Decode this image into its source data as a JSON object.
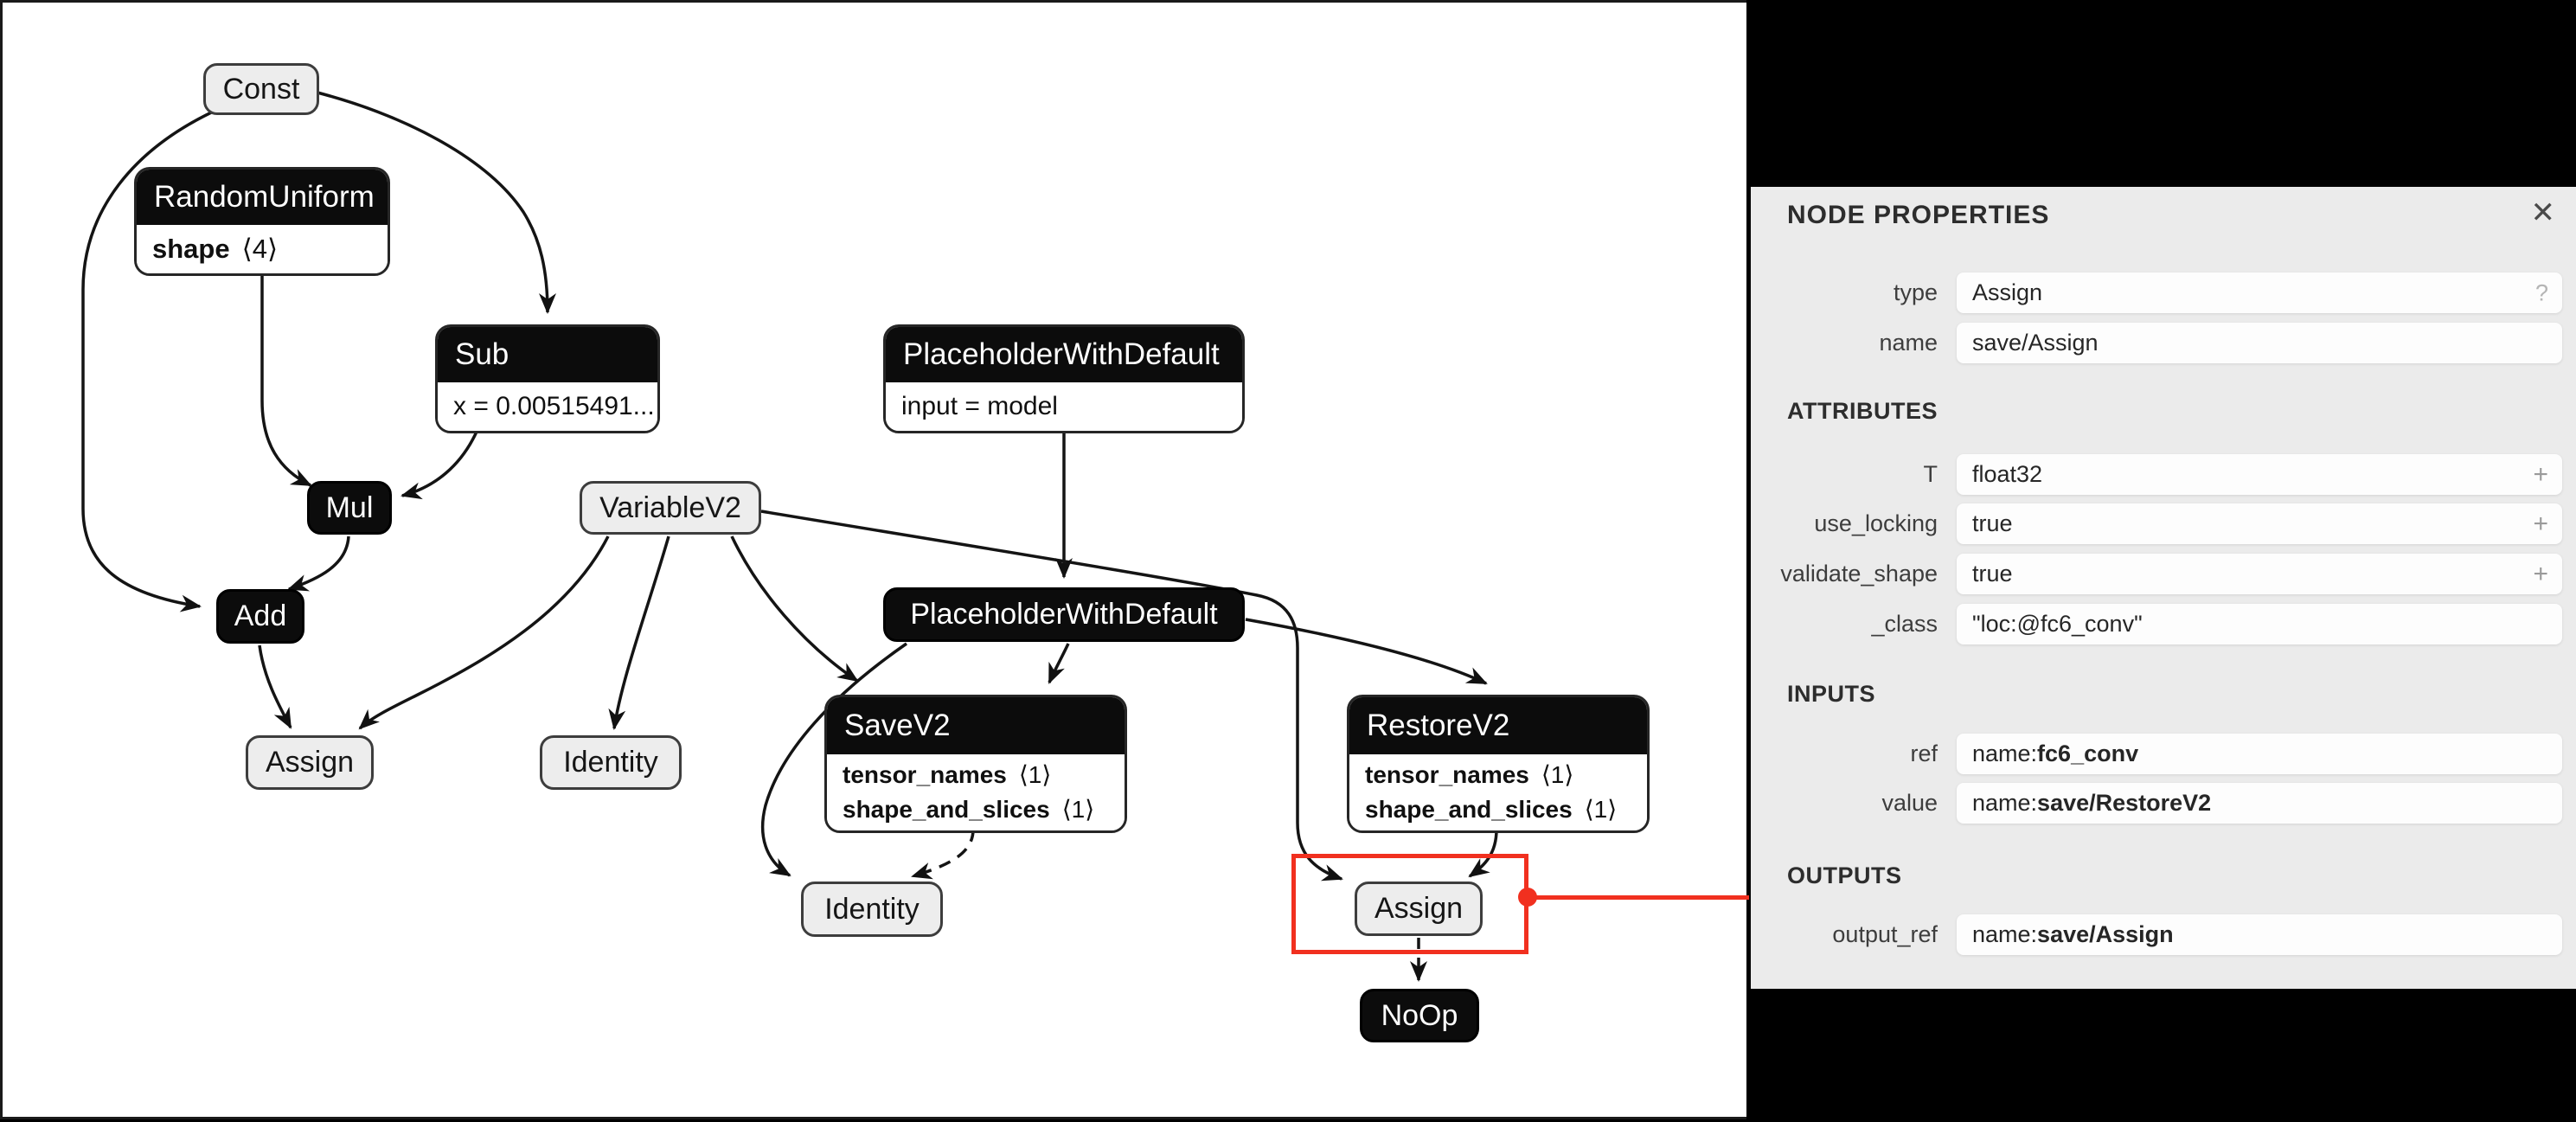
{
  "graph": {
    "nodes": {
      "const": {
        "label": "Const"
      },
      "random_uniform": {
        "label": "RandomUniform",
        "attrs": [
          {
            "name": "shape",
            "dim": "⟨4⟩"
          }
        ]
      },
      "sub": {
        "label": "Sub",
        "body": "x = 0.00515491..."
      },
      "placeholder1": {
        "label": "PlaceholderWithDefault",
        "body": "input = model"
      },
      "mul": {
        "label": "Mul"
      },
      "variablev2": {
        "label": "VariableV2"
      },
      "add": {
        "label": "Add"
      },
      "placeholder2": {
        "label": "PlaceholderWithDefault"
      },
      "assign_left": {
        "label": "Assign"
      },
      "identity_mid": {
        "label": "Identity"
      },
      "savev2": {
        "label": "SaveV2",
        "attrs": [
          {
            "name": "tensor_names",
            "dim": "⟨1⟩"
          },
          {
            "name": "shape_and_slices",
            "dim": "⟨1⟩"
          }
        ]
      },
      "restorev2": {
        "label": "RestoreV2",
        "attrs": [
          {
            "name": "tensor_names",
            "dim": "⟨1⟩"
          },
          {
            "name": "shape_and_slices",
            "dim": "⟨1⟩"
          }
        ]
      },
      "identity_bottom": {
        "label": "Identity"
      },
      "assign_selected": {
        "label": "Assign"
      },
      "noop": {
        "label": "NoOp"
      }
    },
    "selection": {
      "node": "Assign",
      "accent_color": "#f1301f"
    }
  },
  "panel": {
    "title": "NODE PROPERTIES",
    "close_icon": "✕",
    "help_icon": "?",
    "add_icon": "+",
    "type_label": "type",
    "type_value": "Assign",
    "name_label": "name",
    "name_value": "save/Assign",
    "attributes_heading": "ATTRIBUTES",
    "t_label": "T",
    "t_value": "float32",
    "use_locking_label": "use_locking",
    "use_locking_value": "true",
    "validate_shape_label": "validate_shape",
    "validate_shape_value": "true",
    "class_label": "_class",
    "class_value": "\"loc:@fc6_conv\"",
    "inputs_heading": "INPUTS",
    "ref_label": "ref",
    "ref_prefix": "name: ",
    "ref_value": "fc6_conv",
    "value_label": "value",
    "value_prefix": "name: ",
    "value_value": "save/RestoreV2",
    "outputs_heading": "OUTPUTS",
    "output_ref_label": "output_ref",
    "output_ref_prefix": "name: ",
    "output_ref_value": "save/Assign"
  },
  "colors": {
    "accent_red": "#f1301f",
    "node_dark": "#0c0c0c",
    "panel_bg": "#ebebeb"
  }
}
